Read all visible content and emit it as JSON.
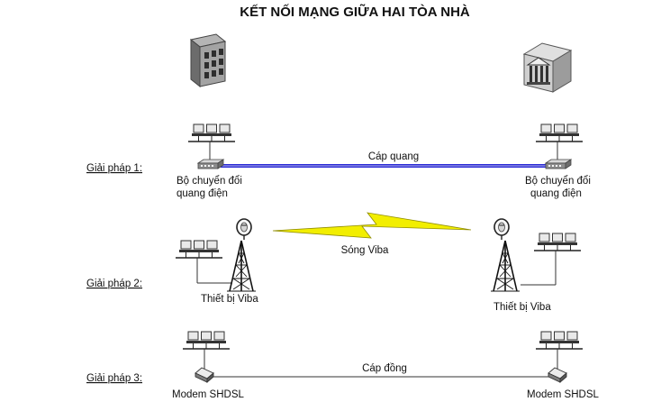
{
  "title": "KẾT NỐI MẠNG GIỮA HAI TÒA NHÀ",
  "solutions": [
    {
      "label": "Giải pháp 1:",
      "link_label": "Cáp quang",
      "left_device": [
        "Bộ chuyển đổi",
        "quang điện"
      ],
      "right_device": [
        "Bộ chuyển đổi",
        "quang điện"
      ]
    },
    {
      "label": "Giải pháp 2:",
      "link_label": "Sóng Viba",
      "left_device": [
        "Thiết bị Viba"
      ],
      "right_device": [
        "Thiết bị Viba"
      ]
    },
    {
      "label": "Giải pháp 3:",
      "link_label": "Cáp đồng",
      "left_device": [
        "Modem SHDSL"
      ],
      "right_device": [
        "Modem SHDSL"
      ]
    }
  ],
  "colors": {
    "fiber": "#2b2bd6",
    "lightning": "#f2ee00",
    "building_left": "#8a8a8a",
    "building_right": "#c9c9c9"
  },
  "icons": [
    "office-building-icon",
    "bank-building-icon",
    "workstation-group-icon",
    "media-converter-icon",
    "microwave-tower-icon",
    "dish-antenna-icon",
    "lightning-bolt-icon",
    "modem-icon"
  ]
}
